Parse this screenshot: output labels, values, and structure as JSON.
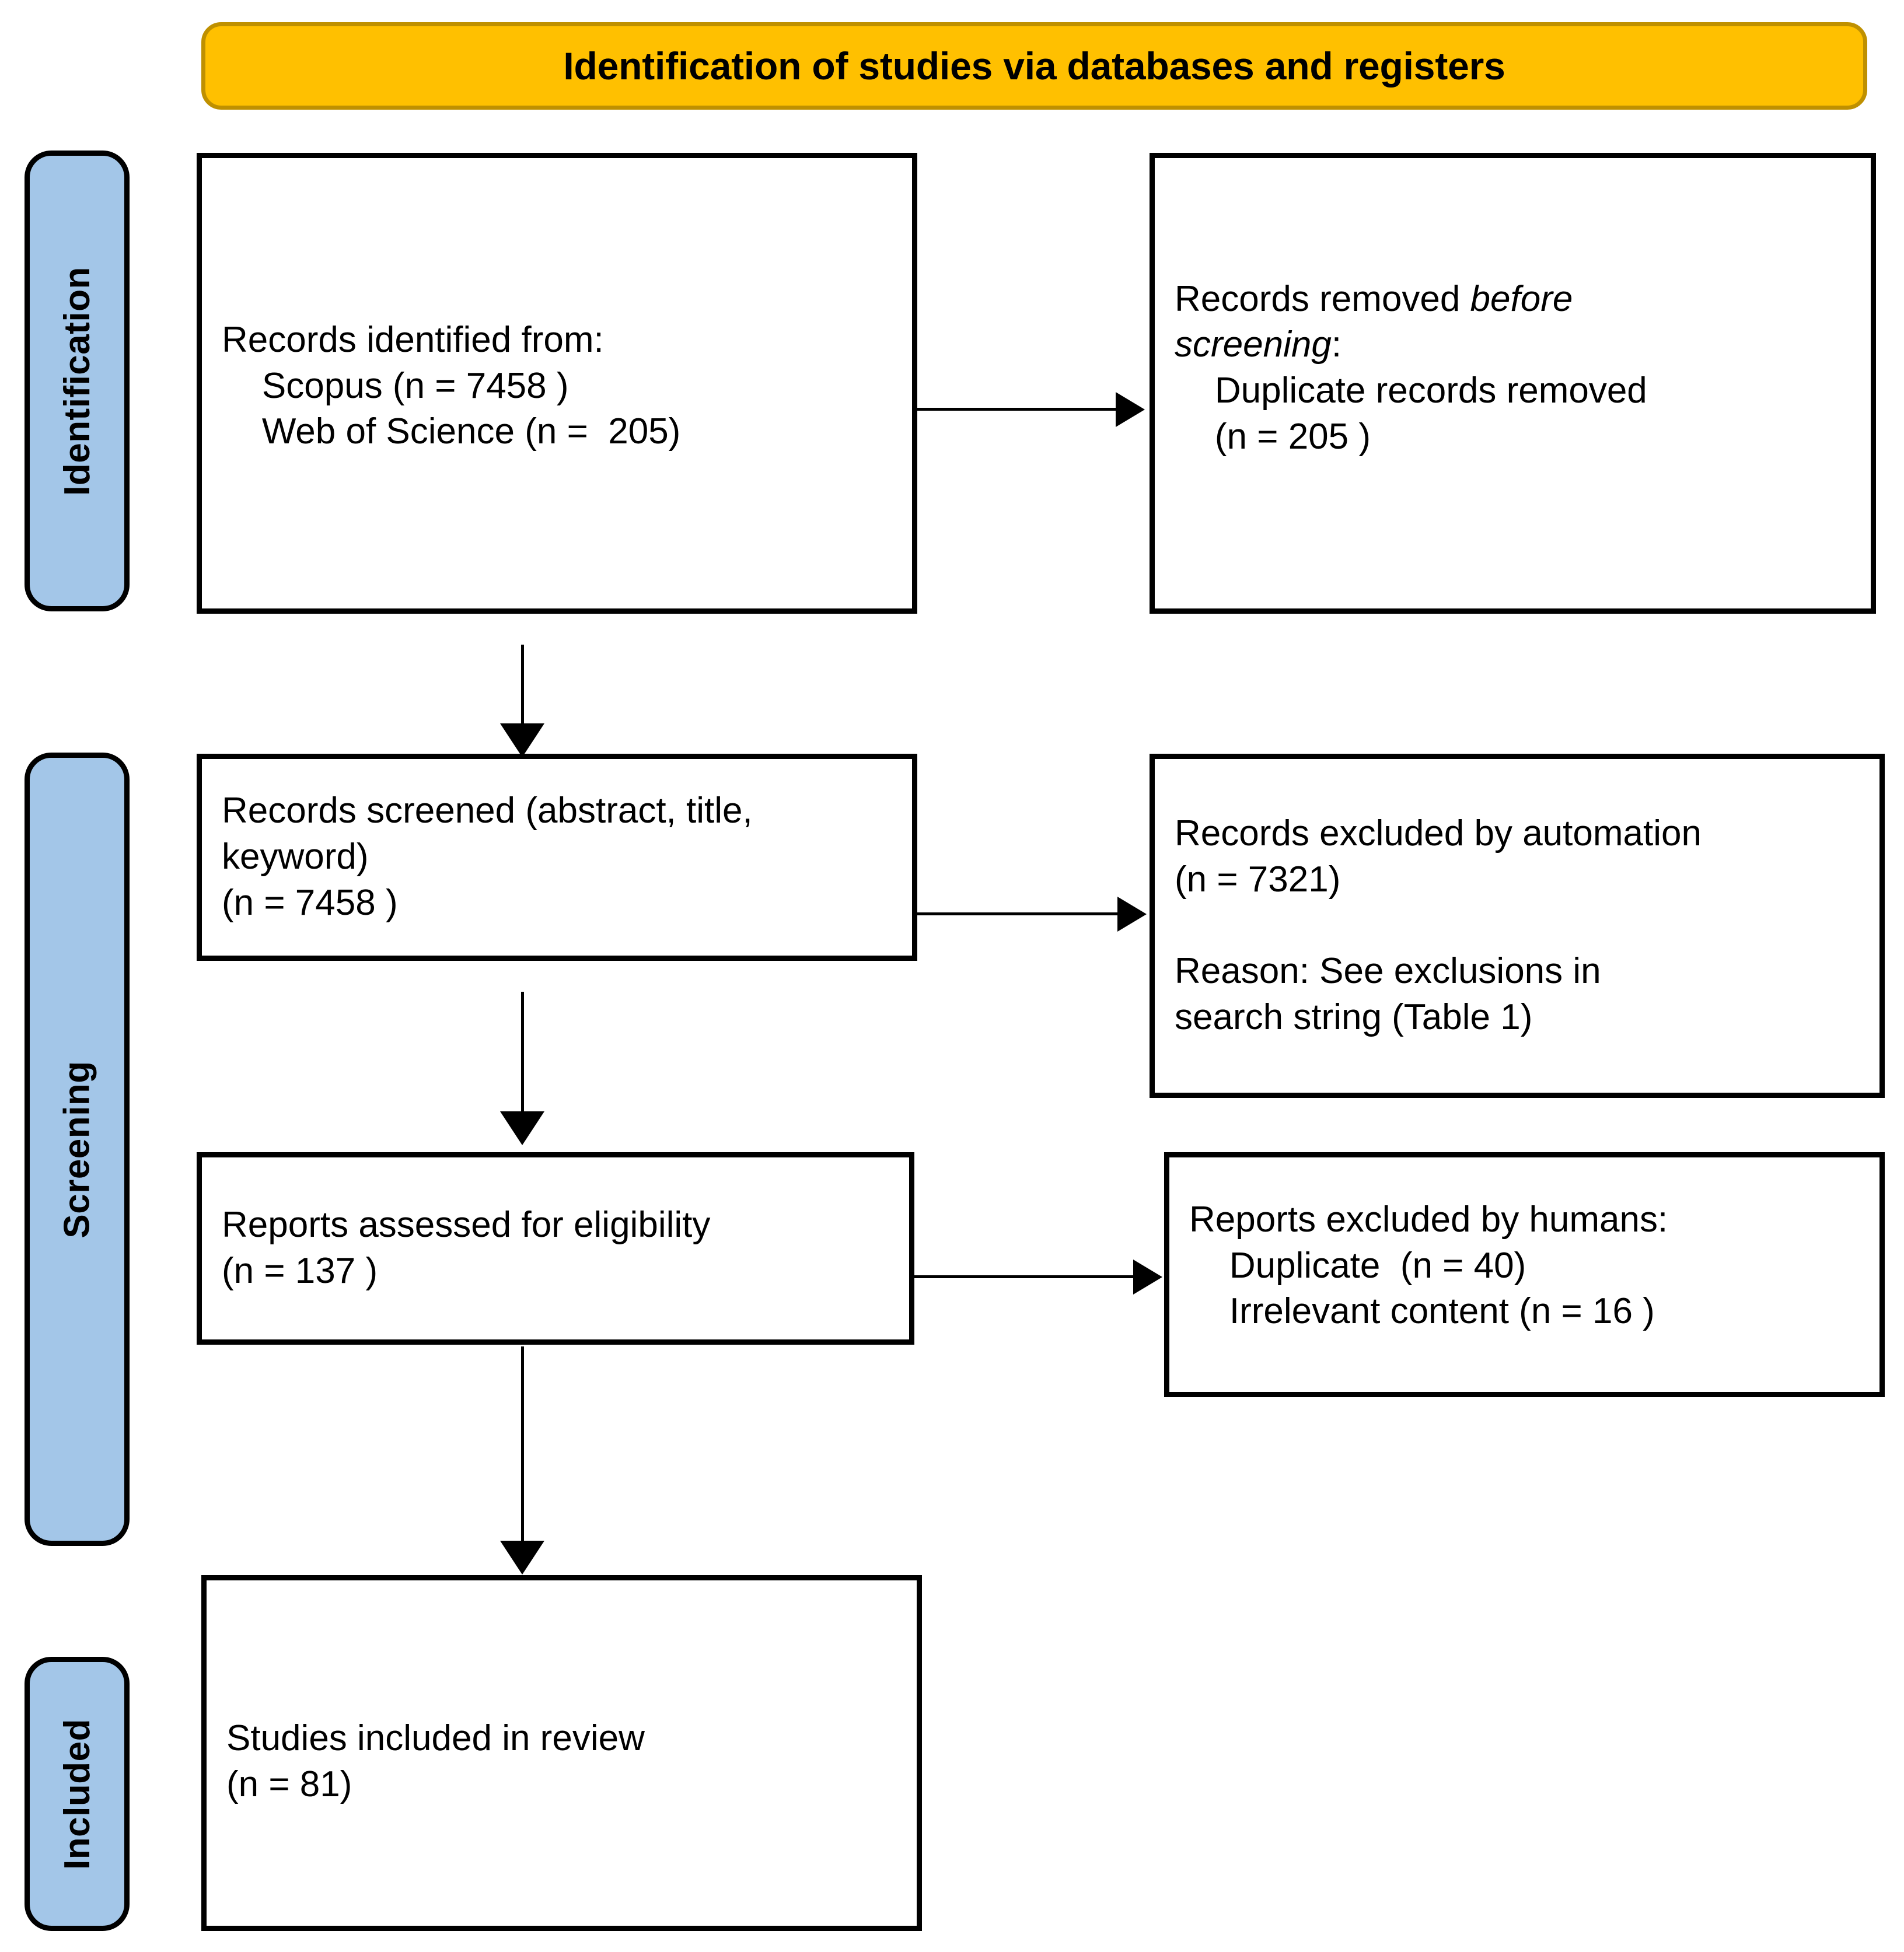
{
  "diagram": {
    "title": "Identification of studies via databases and registers",
    "colors": {
      "banner_fill": "#FFC000",
      "banner_border": "#BF9000",
      "stage_label_fill": "#A3C6E8",
      "box_border": "#000000",
      "box_fill": "#FFFFFF",
      "text": "#000000"
    }
  },
  "stages": [
    {
      "id": "identification",
      "label": "Identification"
    },
    {
      "id": "screening",
      "label": "Screening"
    },
    {
      "id": "included",
      "label": "Included"
    }
  ],
  "boxes": {
    "identified": {
      "header": "Records identified from:",
      "line1": "    Scopus (n = 7458 )",
      "line2": "    Web of Science (n =  205)",
      "text": "Records identified from:\n    Scopus (n = 7458 )\n    Web of Science (n =  205)"
    },
    "removed": {
      "header_a": "Records removed ",
      "header_em": "before\nscreening",
      "header_b": ":",
      "line1": "    Duplicate records removed",
      "line2": "    (n = 205 )"
    },
    "screened": {
      "text": "Records screened (abstract, title,\nkeyword)\n(n = 7458 )"
    },
    "excluded_automation": {
      "text": "Records excluded by automation\n(n = 7321)\n\nReason: See exclusions in\nsearch string (Table 1)"
    },
    "eligibility": {
      "text": "Reports assessed for eligibility\n(n = 137 )"
    },
    "excluded_humans": {
      "text": "Reports excluded by humans:\n    Duplicate  (n = 40)\n    Irrelevant content (n = 16 )"
    },
    "included": {
      "text": "Studies included in review\n(n = 81)"
    }
  },
  "chart_data": {
    "type": "diagram",
    "title": "Identification of studies via databases and registers",
    "nodes": [
      {
        "id": "identified",
        "stage": "Identification",
        "label": "Records identified from: Scopus (n = 7458 ), Web of Science (n = 205)",
        "counts": {
          "Scopus": 7458,
          "Web of Science": 205
        }
      },
      {
        "id": "removed",
        "stage": "Identification",
        "label": "Records removed before screening: Duplicate records removed (n = 205 )",
        "counts": {
          "duplicates_removed": 205
        }
      },
      {
        "id": "screened",
        "stage": "Screening",
        "label": "Records screened (abstract, title, keyword) (n = 7458 )",
        "counts": {
          "screened": 7458
        }
      },
      {
        "id": "excluded_automation",
        "stage": "Screening",
        "label": "Records excluded by automation (n = 7321). Reason: See exclusions in search string (Table 1)",
        "counts": {
          "excluded_automation": 7321
        }
      },
      {
        "id": "eligibility",
        "stage": "Screening",
        "label": "Reports assessed for eligibility (n = 137 )",
        "counts": {
          "assessed": 137
        }
      },
      {
        "id": "excluded_humans",
        "stage": "Screening",
        "label": "Reports excluded by humans: Duplicate (n = 40), Irrelevant content (n = 16 )",
        "counts": {
          "duplicate": 40,
          "irrelevant_content": 16
        }
      },
      {
        "id": "included",
        "stage": "Included",
        "label": "Studies included in review (n = 81)",
        "counts": {
          "included": 81
        }
      }
    ],
    "edges": [
      {
        "from": "identified",
        "to": "removed",
        "direction": "right"
      },
      {
        "from": "identified",
        "to": "screened",
        "direction": "down"
      },
      {
        "from": "screened",
        "to": "excluded_automation",
        "direction": "right"
      },
      {
        "from": "screened",
        "to": "eligibility",
        "direction": "down"
      },
      {
        "from": "eligibility",
        "to": "excluded_humans",
        "direction": "right"
      },
      {
        "from": "eligibility",
        "to": "included",
        "direction": "down"
      }
    ]
  }
}
